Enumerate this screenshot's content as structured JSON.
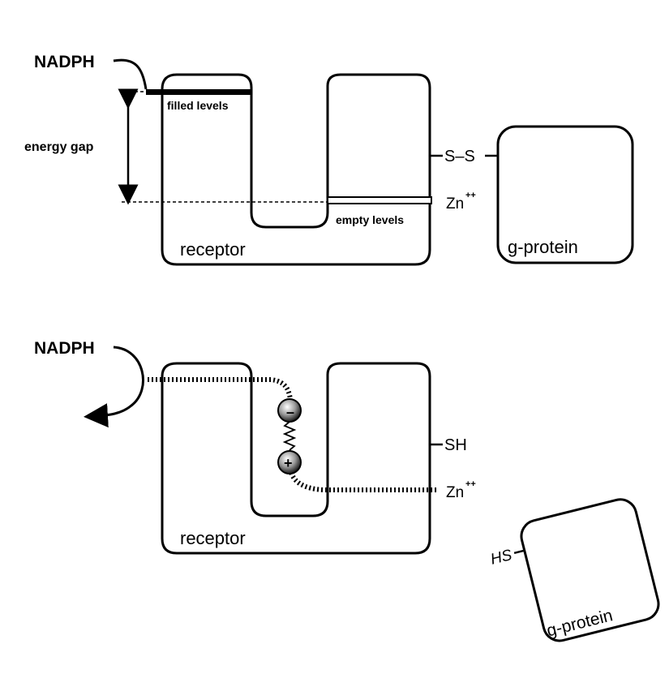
{
  "top_panel": {
    "nadph_label": "NADPH",
    "filled_levels_label": "filled levels",
    "energy_gap_label": "energy gap",
    "empty_levels_label": "empty levels",
    "receptor_label": "receptor",
    "disulfide_label": "S–S",
    "zinc_label": "Zn",
    "zinc_charge": "++",
    "gprotein_label": "g-protein"
  },
  "bottom_panel": {
    "nadph_label": "NADPH",
    "receptor_label": "receptor",
    "thiol_label": "SH",
    "zinc_label": "Zn",
    "zinc_charge": "++",
    "hs_label": "HS",
    "gprotein_label": "g-protein",
    "electron_sign": "–",
    "hole_sign": "+"
  }
}
